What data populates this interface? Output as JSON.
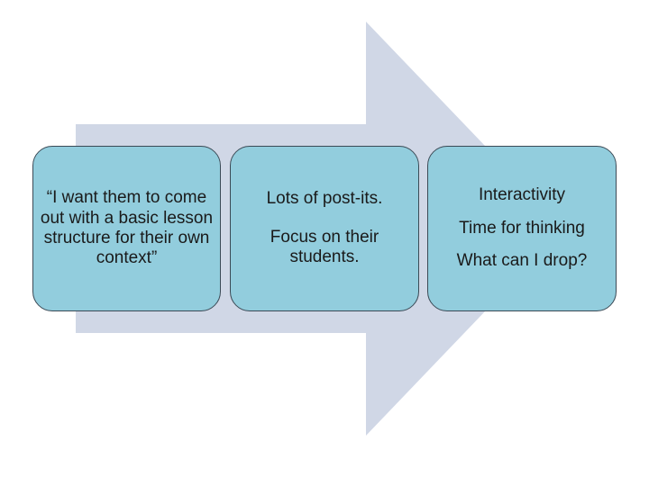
{
  "colors": {
    "arrow_fill": "#d0d7e6",
    "box_fill": "#92cddd",
    "box_border": "#3b4a56",
    "text": "#1a1a1a"
  },
  "boxes": [
    {
      "lines": [
        "“I want them to come out with a basic lesson structure for their own context”"
      ]
    },
    {
      "lines": [
        "Lots of post-its.",
        "Focus on their students."
      ]
    },
    {
      "lines": [
        "Interactivity",
        "Time for thinking",
        "What can I drop?"
      ]
    }
  ]
}
